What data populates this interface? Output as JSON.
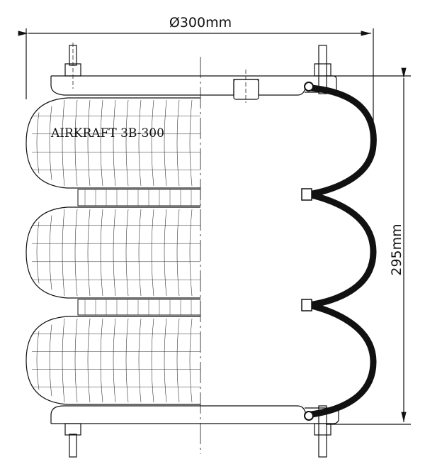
{
  "drawing": {
    "diameter_label": "Ø300mm",
    "height_label": "295mm",
    "model_label": "AIRKRAFT 3B-300",
    "colors": {
      "line": "#111111",
      "background": "#ffffff"
    }
  }
}
